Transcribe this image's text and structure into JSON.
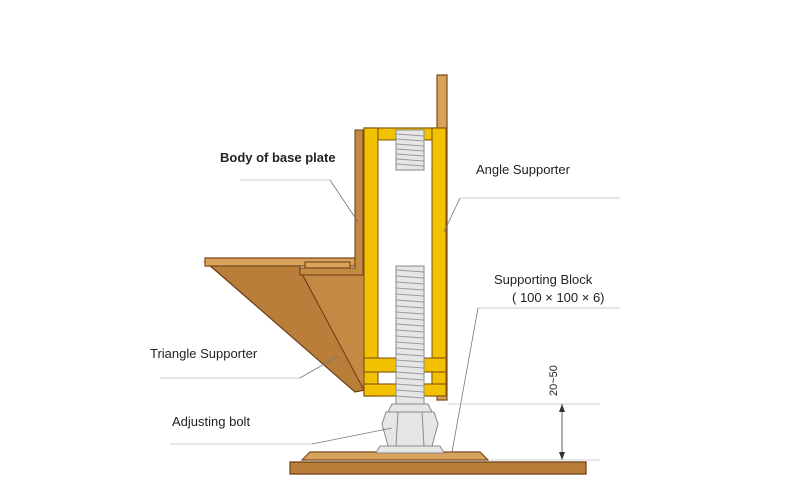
{
  "labels": {
    "body_of_base_plate": "Body of base plate",
    "angle_supporter": "Angle Supporter",
    "supporting_block": "Supporting Block",
    "supporting_block_size": "( 100 × 100 × 6)",
    "triangle_supporter": "Triangle Supporter",
    "adjusting_bolt": "Adjusting bolt",
    "dimension": "20~50"
  },
  "colors": {
    "wood_light": "#d9a35c",
    "wood_dark": "#b97f3a",
    "block_yellow": "#f2c200",
    "bolt_gray": "#e6e6e6"
  }
}
